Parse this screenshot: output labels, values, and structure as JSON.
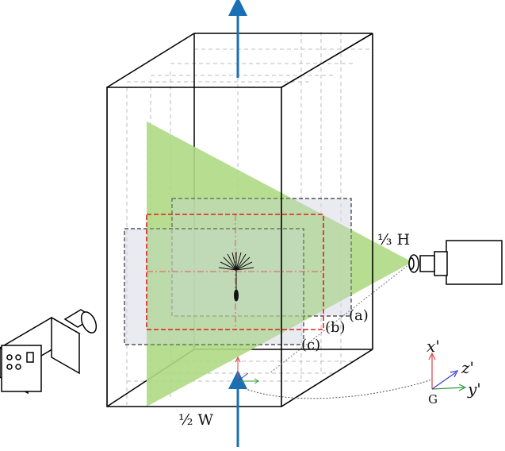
{
  "labels": {
    "one_third_h": "⅓ H",
    "half_w": "½ W",
    "region_a": "(a)",
    "region_b": "(b)",
    "region_c": "(c)",
    "axis_x": "x'",
    "axis_y": "y'",
    "axis_z": "z'",
    "origin_g": "G"
  },
  "colors": {
    "flow_arrow": "#1a6fb5",
    "laser_sheet": "#b8df8a",
    "region_a_fill": "#d7dbe5",
    "region_c_fill": "#d7dbe5",
    "region_b_outline": "#e0201f",
    "axis_x": "#e04040",
    "axis_y": "#2f9a3e",
    "axis_z": "#3a3ad0"
  }
}
